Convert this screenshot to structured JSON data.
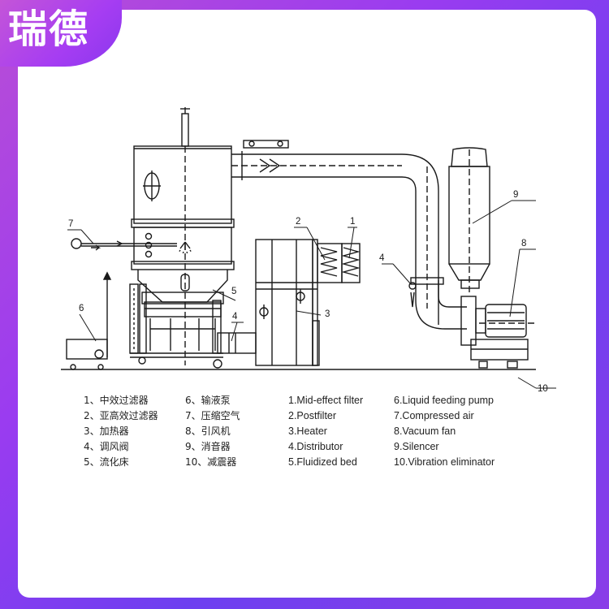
{
  "brand": {
    "logo_text": "瑞德"
  },
  "callouts": [
    "1",
    "2",
    "3",
    "4",
    "5",
    "6",
    "7",
    "8",
    "9",
    "10",
    "4"
  ],
  "legend_cn_left": [
    "1、中效过滤器",
    "2、亚高效过滤器",
    "3、加热器",
    "4、调风阀",
    "5、流化床"
  ],
  "legend_cn_right": [
    "6、输液泵",
    "7、压缩空气",
    "8、引风机",
    "9、消音器",
    "10、减震器"
  ],
  "legend_en_left": [
    "1.Mid-effect filter",
    "2.Postfilter",
    "3.Heater",
    "4.Distributor",
    "5.Fluidized bed"
  ],
  "legend_en_right": [
    "6.Liquid feeding pump",
    "7.Compressed air",
    "8.Vacuum fan",
    "9.Silencer",
    "10.Vibration eliminator"
  ],
  "colors": {
    "frame": "#9a3cf0",
    "line": "#1a1a1a",
    "text": "#222222"
  }
}
